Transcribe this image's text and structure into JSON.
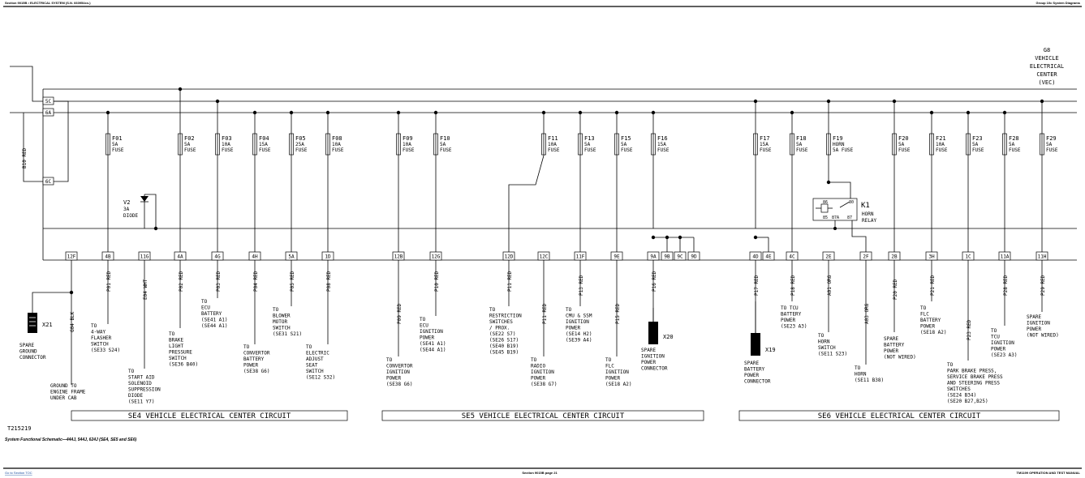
{
  "header": {
    "left": "Section 9015B • ELECTRICAL SYSTEM (S.N. 660954xx-)",
    "right": "Group 10c System Diagrams"
  },
  "footer": {
    "link": "Go to Section TOC",
    "center": "Section 9015B page 21",
    "right": "TM1199 OPERATION AND TEST MANUAL"
  },
  "figure_id": "T215219",
  "caption": "System Functional Schematic—444J, 544J, 624J (SE4, SE5 and SE6)",
  "vec_label": [
    "G8",
    "VEHICLE",
    "ELECTRICAL",
    "CENTER",
    "(VEC)"
  ],
  "bus_labels": [
    "5C",
    "6A",
    "6C"
  ],
  "b10": "B10 RED",
  "fuses": [
    {
      "id": "F01",
      "rating": "5A",
      "type": "FUSE"
    },
    {
      "id": "F02",
      "rating": "5A",
      "type": "FUSE"
    },
    {
      "id": "F03",
      "rating": "10A",
      "type": "FUSE"
    },
    {
      "id": "F04",
      "rating": "15A",
      "type": "FUSE"
    },
    {
      "id": "F05",
      "rating": "25A",
      "type": "FUSE"
    },
    {
      "id": "F08",
      "rating": "10A",
      "type": "FUSE"
    },
    {
      "id": "F09",
      "rating": "10A",
      "type": "FUSE"
    },
    {
      "id": "F10",
      "rating": "5A",
      "type": "FUSE"
    },
    {
      "id": "F11",
      "rating": "10A",
      "type": "FUSE"
    },
    {
      "id": "F13",
      "rating": "5A",
      "type": "FUSE"
    },
    {
      "id": "F15",
      "rating": "5A",
      "type": "FUSE"
    },
    {
      "id": "F16",
      "rating": "15A",
      "type": "FUSE"
    },
    {
      "id": "F17",
      "rating": "15A",
      "type": "FUSE"
    },
    {
      "id": "F18",
      "rating": "5A",
      "type": "FUSE"
    },
    {
      "id": "F19",
      "rating": "HORN",
      "type": "5A FUSE"
    },
    {
      "id": "F20",
      "rating": "5A",
      "type": "FUSE"
    },
    {
      "id": "F21",
      "rating": "10A",
      "type": "FUSE"
    },
    {
      "id": "F23",
      "rating": "5A",
      "type": "FUSE"
    },
    {
      "id": "F28",
      "rating": "5A",
      "type": "FUSE"
    },
    {
      "id": "F29",
      "rating": "5A",
      "type": "FUSE"
    }
  ],
  "diode": [
    "V2",
    "3A",
    "DIODE"
  ],
  "relay": {
    "id": "K1",
    "name": [
      "HORN",
      "RELAY"
    ],
    "pins": [
      "86",
      "30",
      "85",
      "87A",
      "87"
    ]
  },
  "connectors": [
    "12F",
    "4B",
    "11G",
    "4A",
    "4G",
    "4H",
    "5A",
    "1D",
    "12B",
    "12G",
    "12D",
    "12C",
    "11F",
    "9E",
    "9A",
    "9B",
    "9C",
    "9D",
    "4D",
    "4E",
    "4C",
    "2E",
    "2F",
    "2B",
    "3H",
    "1C",
    "11A",
    "11H"
  ],
  "wires": [
    "G04 BLK",
    "P01 RED",
    "E04 WHT",
    "P02 RED",
    "P03 RED",
    "P04 RED",
    "P05 RED",
    "P08 RED",
    "P09 RED",
    "P10 RED",
    "P11 RED",
    "P11 RED",
    "P13 RED",
    "P15 RED",
    "P16 RED",
    "P17 RED",
    "P18 RED",
    "A01 ORG",
    "A03 ORG",
    "P20 RED",
    "P21 RED",
    "P23 RED",
    "P28 RED",
    "P29 RED"
  ],
  "parts": {
    "x21": "X21",
    "x20": "X20",
    "x19": "X19"
  },
  "destinations": {
    "spare_ground": [
      "SPARE",
      "GROUND",
      "CONNECTOR"
    ],
    "ground_frame": [
      "GROUND TO",
      "ENGINE FRAME",
      "UNDER CAB"
    ],
    "flasher": [
      "TO",
      "4-WAY",
      "FLASHER",
      "SWITCH",
      "(SE33 S24)"
    ],
    "start_aid": [
      "TO",
      "START AID",
      "SOLENOID",
      "SUPPRESSION",
      "DIODE",
      "(SE11 Y7)"
    ],
    "brake_light": [
      "TO",
      "BRAKE",
      "LIGHT",
      "PRESSURE",
      "SWITCH",
      "(SE36 B40)"
    ],
    "ecu_battery": [
      "TO",
      "ECU",
      "BATTERY",
      "(SE41 A1)",
      "(SE44 A1)"
    ],
    "convertor_battery": [
      "TO",
      "CONVERTOR",
      "BATTERY",
      "POWER",
      "(SE38 G6)"
    ],
    "blower": [
      "TO",
      "BLOWER",
      "MOTOR",
      "SWITCH",
      "(SE31 S21)"
    ],
    "seat": [
      "TO",
      "ELECTRIC",
      "ADJUST",
      "SEAT",
      "SWITCH",
      "(SE12 S32)"
    ],
    "convertor_ign": [
      "TO",
      "CONVERTOR",
      "IGNITION",
      "POWER",
      "(SE38 G6)"
    ],
    "ecu_ign": [
      "TO",
      "ECU",
      "IGNITION",
      "POWER",
      "(SE41 A1)",
      "(SE44 A1)"
    ],
    "restriction": [
      "TO",
      "RESTRICTION",
      "SWITCHES",
      "/ PROX.",
      "(SE22 S7)",
      "(SE26 S17)",
      "(SE40 B19)",
      "(SE45 B19)"
    ],
    "radio": [
      "TO",
      "RADIO",
      "IGNITION",
      "POWER",
      "(SE38 G7)"
    ],
    "cmu": [
      "TO",
      "CMU & SSM",
      "IGNITION",
      "POWER",
      "(SE14 H2)",
      "(SE39 A4)"
    ],
    "flc_ign": [
      "TO",
      "FLC",
      "IGNITION",
      "POWER",
      "(SE18 A2)"
    ],
    "spare_ign": [
      "SPARE",
      "IGNITION",
      "POWER",
      "CONNECTOR"
    ],
    "spare_battery_conn": [
      "SPARE",
      "BATTERY",
      "POWER",
      "CONNECTOR"
    ],
    "tcu_battery": [
      "TO TCU",
      "BATTERY",
      "POWER",
      "(SE23 A3)"
    ],
    "horn_switch": [
      "TO",
      "HORN",
      "SWITCH",
      "(SE11 S23)"
    ],
    "horn": [
      "TO",
      "HORN",
      "(SE11 B38)"
    ],
    "spare_battery": [
      "SPARE",
      "BATTERY",
      "POWER",
      "(NOT WIRED)"
    ],
    "flc_battery": [
      "TO",
      "FLC",
      "BATTERY",
      "POWER",
      "(SE18 A2)"
    ],
    "park_brake": [
      "TO",
      "PARK BRAKE PRESS,",
      "SERVICE BRAKE PRESS",
      "AND STEERING PRESS",
      "SWITCHES",
      "(SE24 B34)",
      "(SE20 B27,B25)"
    ],
    "tcu_ign": [
      "TO",
      "TCU",
      "IGNITION",
      "POWER",
      "(SE23 A3)"
    ],
    "spare_ign_nw": [
      "SPARE",
      "IGNITION",
      "POWER",
      "(NOT WIRED)"
    ]
  },
  "sections": [
    "SE4 VEHICLE ELECTRICAL CENTER CIRCUIT",
    "SE5 VEHICLE ELECTRICAL CENTER CIRCUIT",
    "SE6 VEHICLE ELECTRICAL CENTER CIRCUIT"
  ]
}
